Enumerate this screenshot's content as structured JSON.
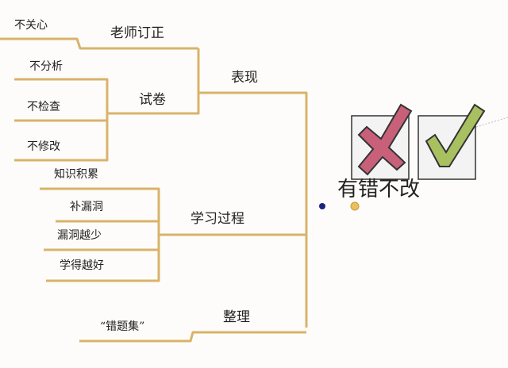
{
  "central": {
    "label": "有错不改",
    "icons": [
      "cross-mark-icon",
      "check-mark-icon"
    ]
  },
  "branches": [
    {
      "label": "表现",
      "children": [
        {
          "label": "老师订正",
          "children": [
            {
              "label": "不关心"
            }
          ]
        },
        {
          "label": "试卷",
          "children": [
            {
              "label": "不分析"
            },
            {
              "label": "不检查"
            },
            {
              "label": "不修改"
            }
          ]
        }
      ]
    },
    {
      "label": "学习过程",
      "children": [
        {
          "label": "知识积累"
        },
        {
          "label": "补漏洞"
        },
        {
          "label": "漏洞越少"
        },
        {
          "label": "学得越好"
        }
      ]
    },
    {
      "label": "整理",
      "children": [
        {
          "label": "“错题集”"
        }
      ]
    }
  ],
  "colors": {
    "branch_line": "#d9b36a",
    "main_line": "#e8a530",
    "cross": "#c8607a",
    "check": "#a8c060",
    "node_dot": "#1a237e"
  }
}
